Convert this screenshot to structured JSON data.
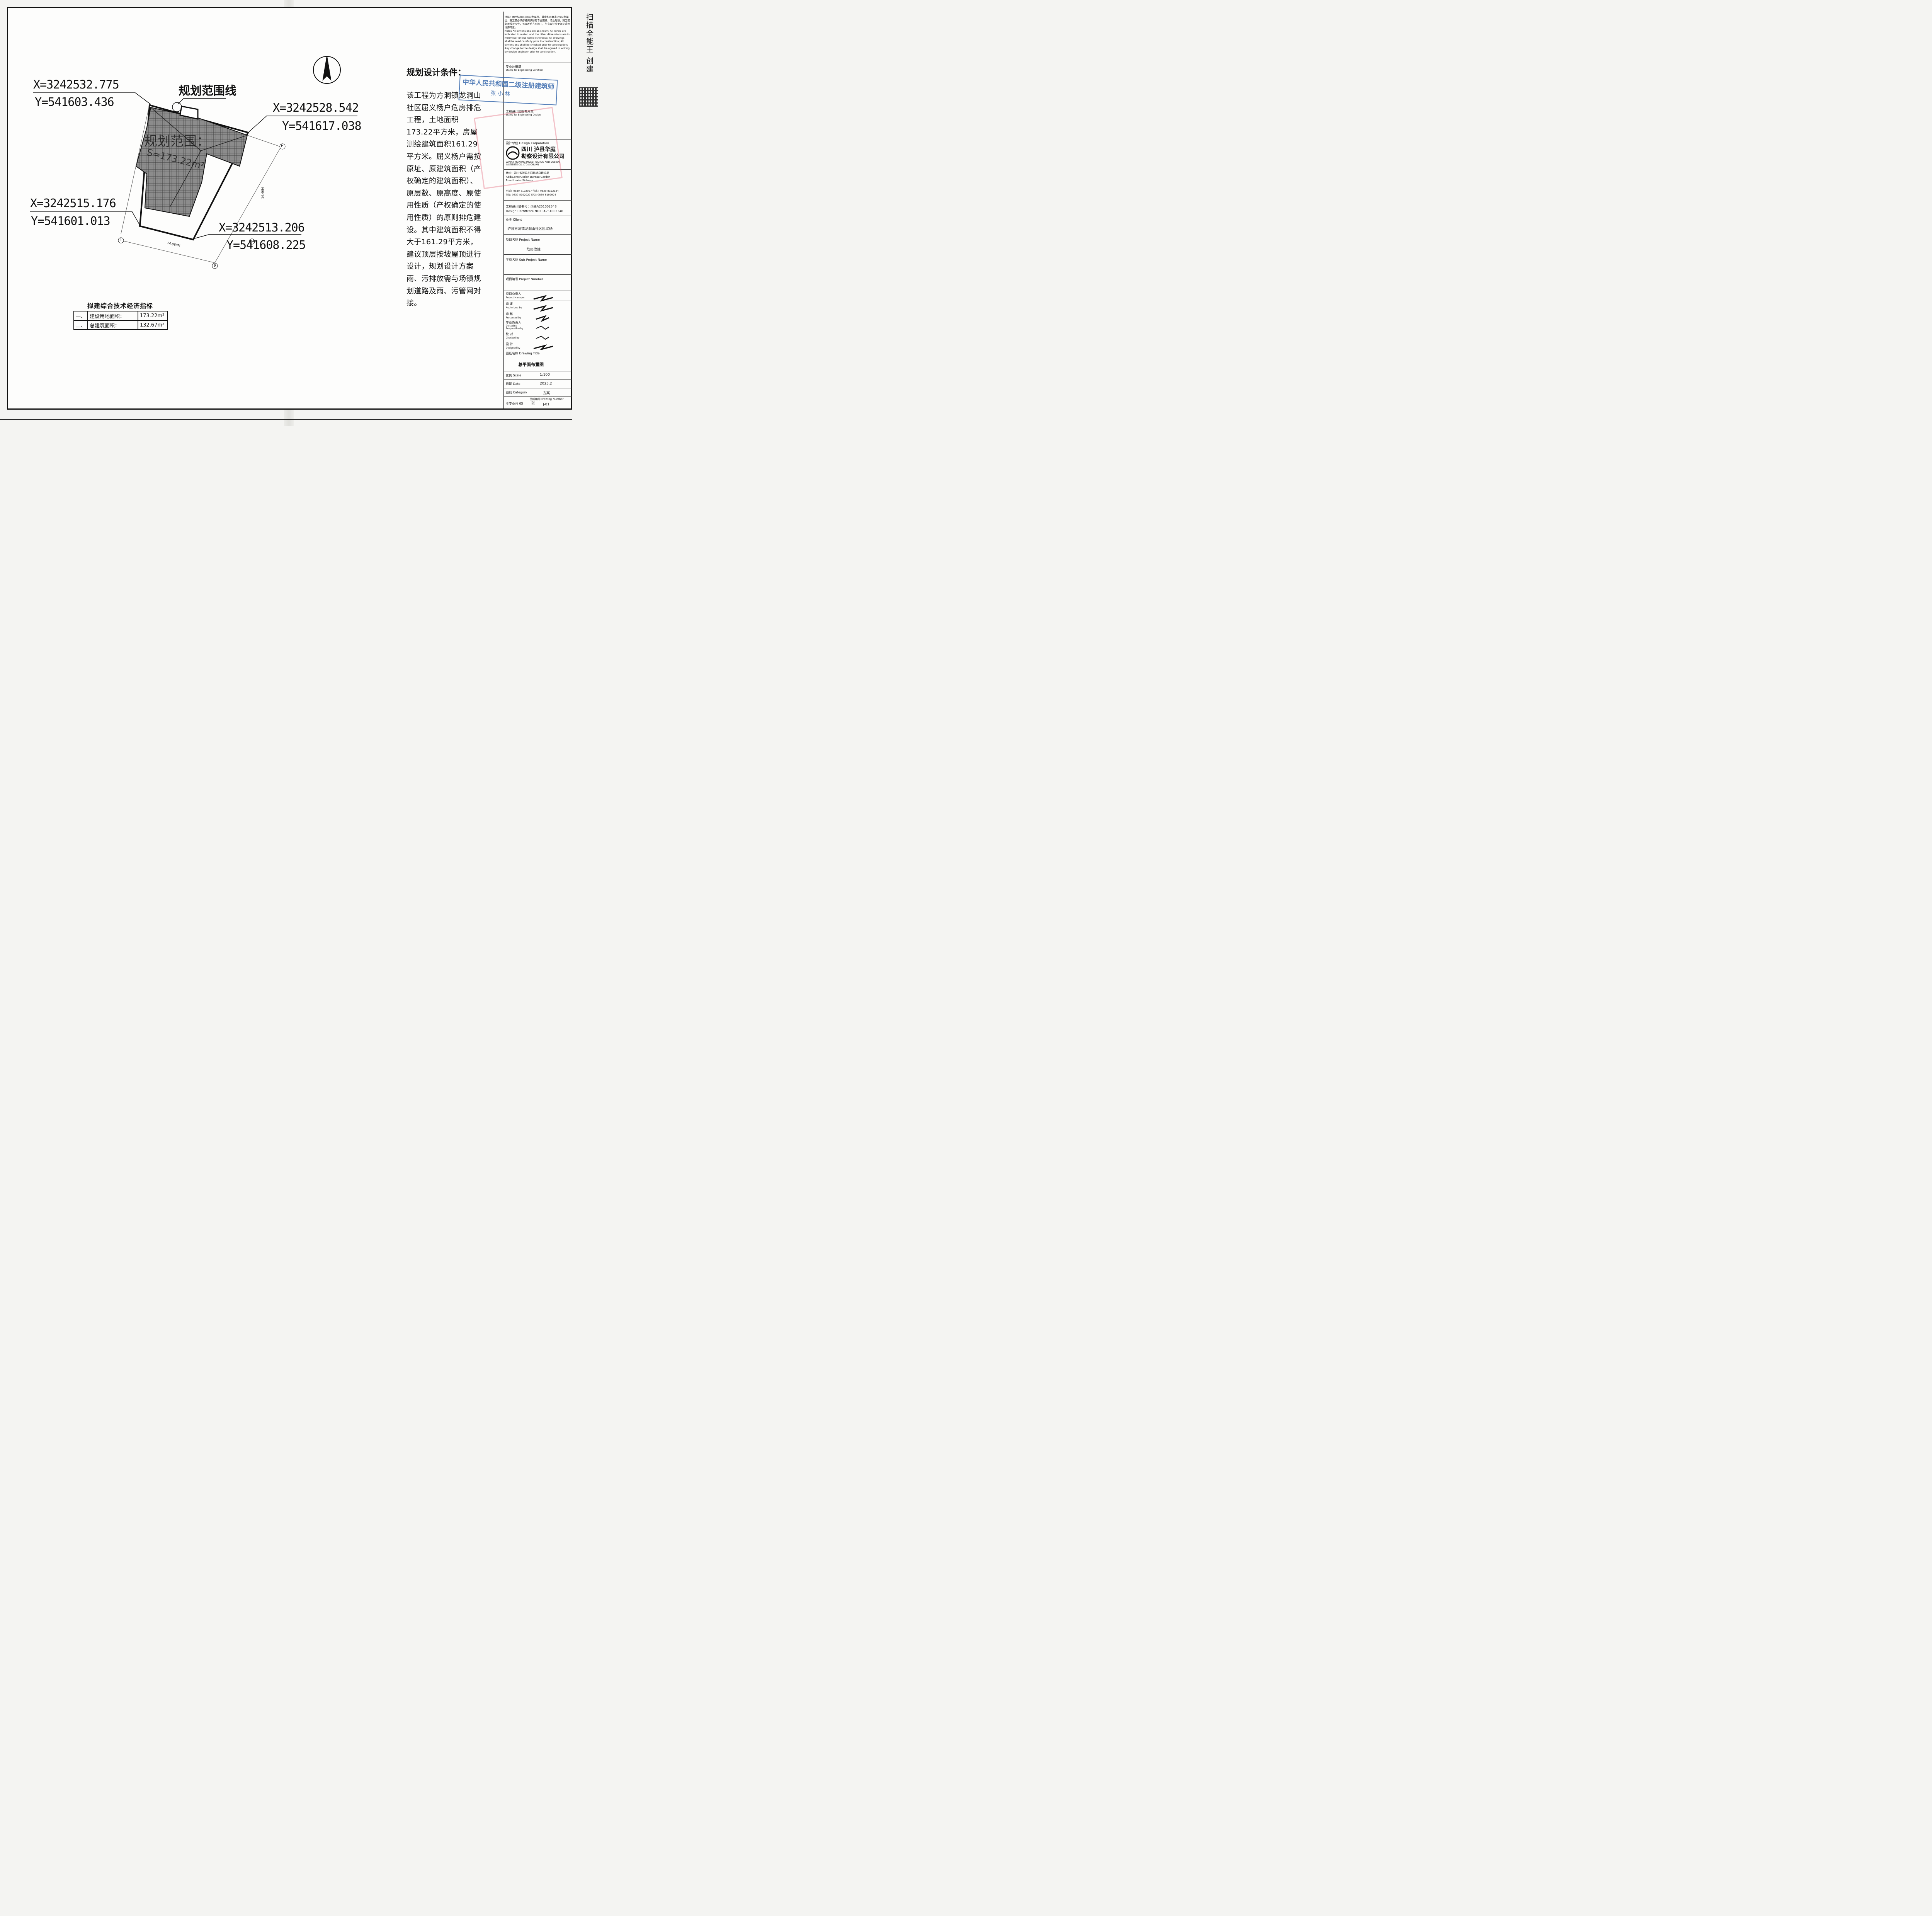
{
  "drawing": {
    "boundary_label": "规划范围线",
    "area_label_line1": "规划范围：",
    "area_label_line2": "S=173.22m²",
    "coords": [
      {
        "x": "X=3242532.775",
        "y": "Y=541603.436"
      },
      {
        "x": "X=3242528.542",
        "y": "Y=541617.038"
      },
      {
        "x": "X=3242515.176",
        "y": "Y=541601.013"
      },
      {
        "x": "X=3242513.206",
        "y": "Y=541608.225"
      }
    ],
    "axis_labels": [
      "H",
      "1",
      "9",
      "14"
    ],
    "dim_bottom": "14.060M",
    "dim_right": "14.40M"
  },
  "conditions": {
    "title": "规划设计条件：",
    "body": "该工程为方洞镇龙洞山社区屈义杨户危房排危工程，土地面积173.22平方米，房屋测绘建筑面积161.29平方米。屈义杨户需按原址、原建筑面积（产权确定的建筑面积）、原层数、原高度、原使用性质（产权确定的使用性质）的原则排危建设。其中建筑面积不得大于161.29平方米，建议顶层按坡屋顶进行设计，规划设计方案雨、污排放需与场镇规划道路及雨、污管网对接。"
  },
  "indicators": {
    "title": "拟建综合技术经济指标",
    "rows": [
      {
        "no": "一、",
        "label": "建设用地面积：",
        "value": "173.22m²"
      },
      {
        "no": "二、",
        "label": "总建筑面积：",
        "value": "132.67m²"
      }
    ]
  },
  "title_block": {
    "notes_cn": "注释：图中标高以米(m)为单位，其余均以毫米(mm)为单位；施工前必须仔细阅读所有专业图纸，防止碰缺；施工前必须核对尺寸，无误差后方可施工，所有设计变更须征求设计师同意。",
    "notes_en": "Notes All dimensions are as shown; All levels are indicated in meter, and the other dimensions are in millimeter unless noted otherwise; All drawings shall be read carefully prior to construction; All dimensions shall be checked prior to construction; Any change to the design shall be agreed in writing by design engineer prior to construction.",
    "stamp_reg_label": "专业注册章",
    "stamp_reg_en": "Stamp for Engineering Certified",
    "blue_stamp_title": "中华人民共和国二级注册建筑师",
    "blue_stamp_name": "张 小 林",
    "design_stamp_label": "工程设计出图专用章",
    "design_stamp_en": "Stamp for Engineering Design",
    "org_label": "设计单位  Design Corporation",
    "org_name_1": "四川  泸县华庭",
    "org_name_2": "勘察设计有限公司",
    "org_en": "LUXIAN HUATING INVESTIGATION AND DESIGN INSTITUTE CO.,LTD.SICHUAN",
    "addr_cn": "地址：四川省泸县花园路泸县建设局",
    "addr_en": "Add:Construction Bureau Garden Road,LuxianSichuan",
    "tel": "电话：0830-8192927   传真：0830-8192924",
    "tel_en": "TEL:  0830-8192927   FAX:  0830-8192924",
    "cert_cn": "工程设计证书号：丙级A251002348",
    "cert_en": "Design Certiffcate NO.C A251002348",
    "client_label": "业主  Client",
    "client": "泸县方洞镇龙洞山社区屈义杨",
    "project_label": "项目名称  Project Name",
    "project": "危房改建",
    "subproject_label": "子项名称  Sub-Project Name",
    "projnum_label": "项目编号  Project Number",
    "roles": [
      {
        "cn": "项目负责人",
        "en": "Project Manager"
      },
      {
        "cn": "审 定",
        "en": "Authorized by"
      },
      {
        "cn": "审 核",
        "en": "Processed by"
      },
      {
        "cn": "专业负责人",
        "en": "Discipline Responsible by"
      },
      {
        "cn": "校 对",
        "en": "Checked by"
      },
      {
        "cn": "设 计",
        "en": "Designed by"
      }
    ],
    "drawing_title_label": "图纸名称  Drawing Title",
    "drawing_title": "总平面布置图",
    "scale_label": "比例 Scale",
    "scale": "1:100",
    "date_label": "日期 Date",
    "date": "2023.2",
    "category_label": "图别 Category",
    "category": "方案",
    "drawing_no_label": "图纸编号Drawing Number",
    "total_label": "本专业共 05",
    "sheet_unit": "张",
    "drawing_no": "J-01"
  },
  "side_text": "扫描全能王 创建"
}
